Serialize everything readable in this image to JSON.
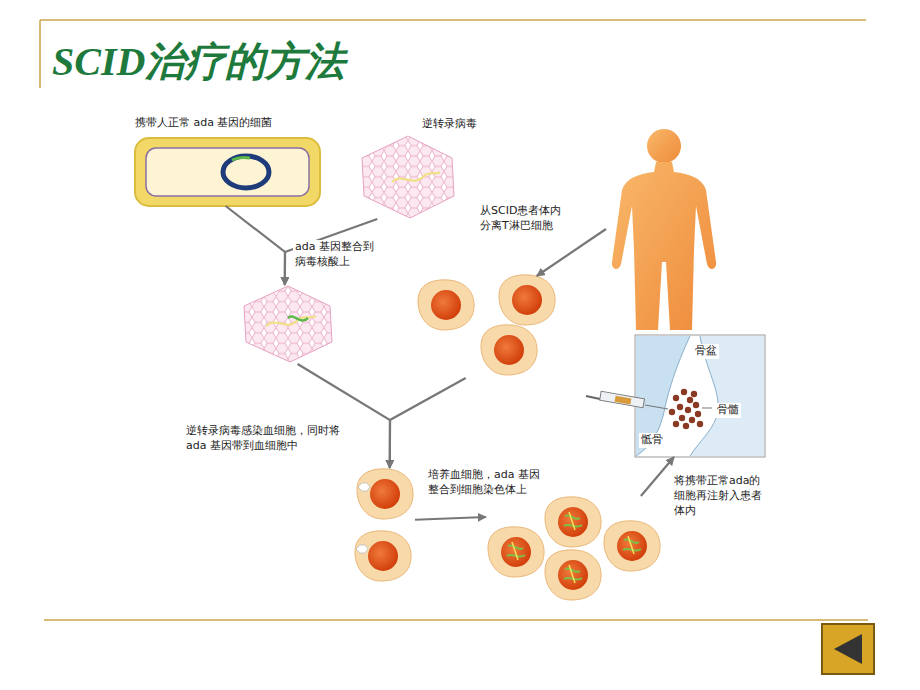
{
  "diagram": {
    "title": "SCID治疗的方法",
    "nodes": [
      {
        "text": [
          "携带人正常 ada 基因的细菌"
        ]
      },
      {
        "text": [
          "逆转录病毒"
        ]
      },
      {
        "text": []
      },
      {
        "text": []
      },
      {
        "text": []
      },
      {
        "text": []
      },
      {
        "text": []
      },
      {
        "text": [
          "骨盆",
          "骨髓",
          "骶骨"
        ]
      }
    ],
    "edges": [
      {
        "from": 0,
        "to": 2,
        "arrow": "to",
        "label": "ada 基因整合到病毒核酸上"
      },
      {
        "from": 1,
        "to": 2,
        "arrow": "to"
      },
      {
        "from": 3,
        "to": 4,
        "arrow": "to",
        "label": "从SCID患者体内分离T淋巴细胞"
      },
      {
        "from": 2,
        "to": 5,
        "arrow": "to",
        "label": "逆转录病毒感染血细胞，同时将 ada 基因带到血细胞中"
      },
      {
        "from": 4,
        "to": 5,
        "arrow": "to"
      },
      {
        "from": 5,
        "to": 6,
        "arrow": "to",
        "label": "培养血细胞，ada 基因整合到细胞染色体上"
      },
      {
        "from": 6,
        "to": 7,
        "arrow": "to",
        "label": "将携带正常ada的细胞再注射入患者体内"
      }
    ]
  }
}
